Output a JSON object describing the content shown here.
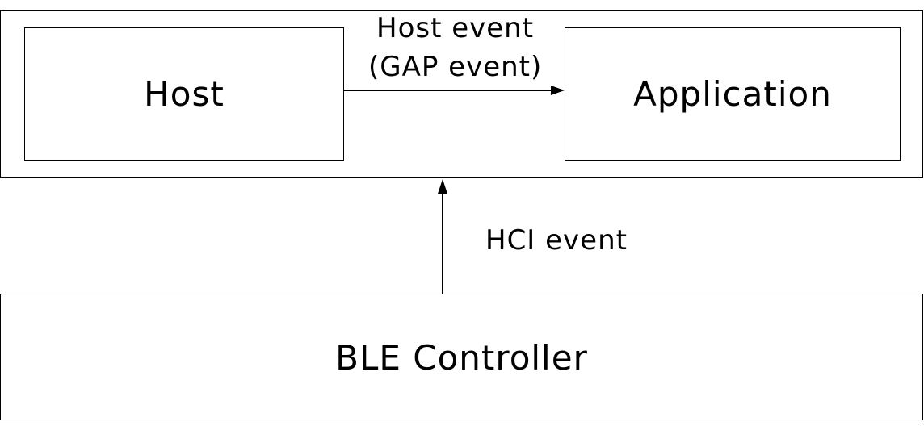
{
  "nodes": {
    "host": "Host",
    "application": "Application",
    "ble_controller": "BLE Controller"
  },
  "edges": {
    "host_event": {
      "line1": "Host event",
      "line2": "(GAP event)"
    },
    "hci_event": "HCI event"
  }
}
